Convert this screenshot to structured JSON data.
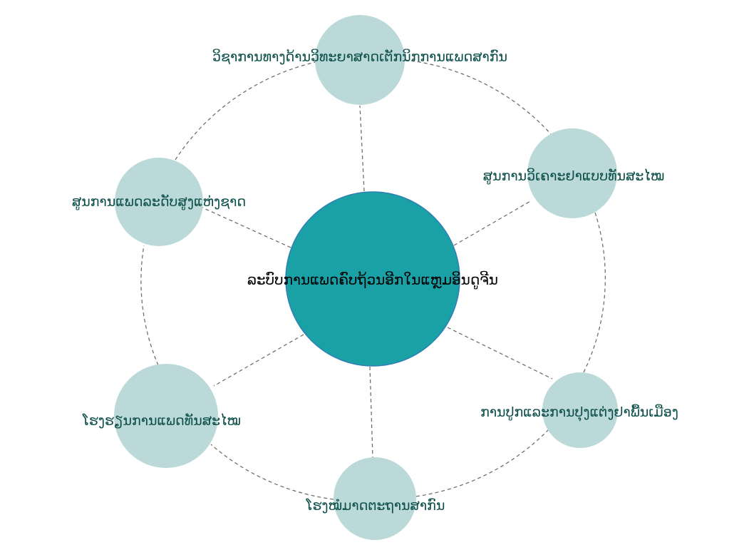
{
  "colors": {
    "center_fill": "#1aa1a6",
    "center_stroke": "#2f7fb5",
    "node_fill": "#bcd9d9",
    "node_text": "#0c4f4a",
    "center_text": "#000000",
    "line": "#666666"
  },
  "center": {
    "label": "ລະບົບການແພດຄົບຖ້ວນອີກໃນແຫຼມອິນດູຈີນ"
  },
  "nodes": [
    {
      "id": "top",
      "label": "ວິຊາການທາງດ້ານວິທະຍາສາດເຕັກນິກການແພດສາກົນ"
    },
    {
      "id": "upper-right",
      "label": "ສູນການວິເຄາະຢາແບບທັນສະໄໝ"
    },
    {
      "id": "lower-right",
      "label": "ການປູກແລະການປຸງແຕ່ງຢາພື້ນເມືອງ"
    },
    {
      "id": "bottom",
      "label": "ໂຮງໝໍມາດຕະຖານສາກົນ"
    },
    {
      "id": "lower-left",
      "label": "ໂຮງຮຽນການແພດທັນສະໄໝ"
    },
    {
      "id": "upper-left",
      "label": "ສູນການແພດລະດັບສູງແຫ່ງຊາດ"
    }
  ]
}
